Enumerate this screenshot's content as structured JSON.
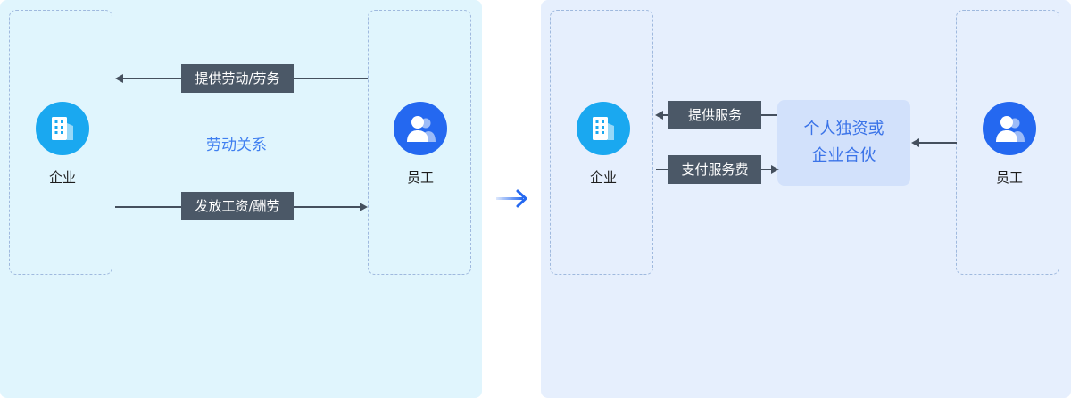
{
  "before": {
    "enterprise_label": "企业",
    "employee_label": "员工",
    "relation_label": "劳动关系",
    "top_arrow_label": "提供劳动/劳务",
    "bottom_arrow_label": "发放工资/酬劳"
  },
  "after": {
    "enterprise_label": "企业",
    "employee_label": "员工",
    "partner_line1": "个人独资或",
    "partner_line2": "企业合伙",
    "top_arrow_label": "提供服务",
    "bottom_arrow_label": "支付服务费"
  },
  "icons": {
    "enterprise": "building-icon",
    "employee": "users-icon",
    "transition": "arrow-right-icon"
  },
  "colors": {
    "left_panel_bg": "#e0f5fd",
    "right_panel_bg": "#e6effd",
    "enterprise_icon": "#1aa8f0",
    "employee_icon": "#2468f0",
    "accent_text": "#3f7ff0",
    "tag_bg": "#4b5867"
  }
}
